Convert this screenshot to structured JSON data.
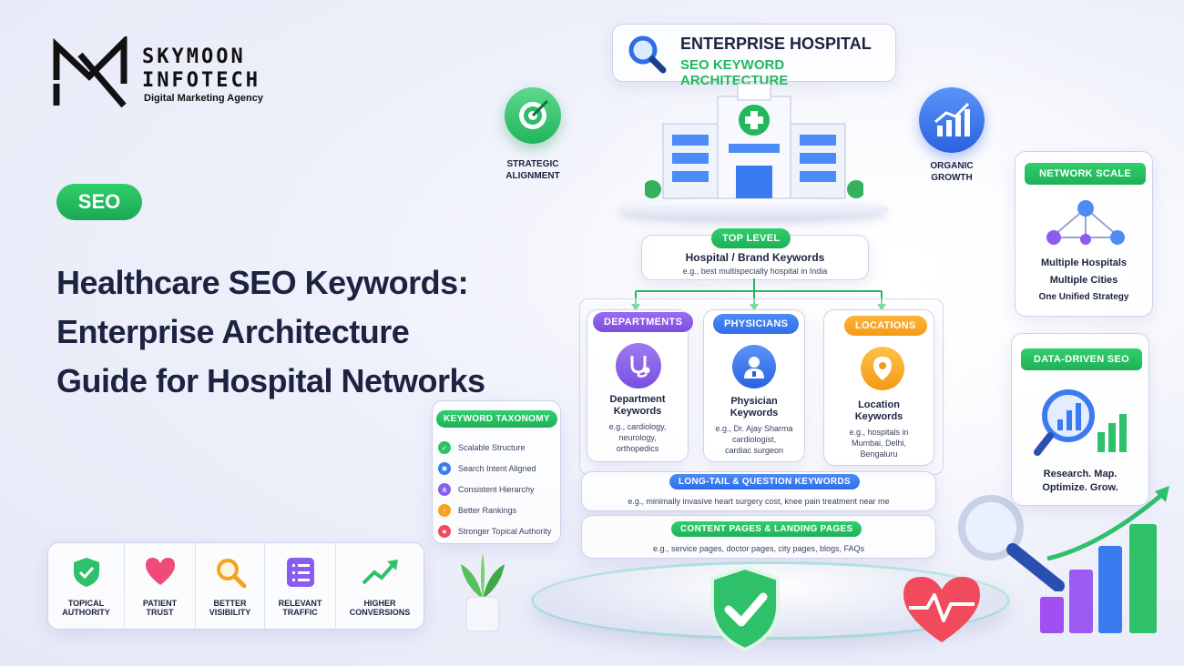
{
  "brand": {
    "name_line1": "SKYMOON",
    "name_line2": "INFOTECH",
    "tagline": "Digital Marketing Agency"
  },
  "category_badge": "SEO",
  "headline": {
    "line1": "Healthcare SEO Keywords:",
    "line2": "Enterprise Architecture",
    "line3": "Guide for Hospital Networks"
  },
  "diagram_title": {
    "line1": "ENTERPRISE HOSPITAL",
    "line2": "SEO KEYWORD ARCHITECTURE"
  },
  "side_labels": {
    "strategic": [
      "STRATEGIC",
      "ALIGNMENT"
    ],
    "organic": [
      "ORGANIC",
      "GROWTH"
    ]
  },
  "top_level": {
    "badge": "TOP LEVEL",
    "title": "Hospital / Brand Keywords",
    "example": "e.g., best multispecialty hospital in India"
  },
  "branches": [
    {
      "badge": "DEPARTMENTS",
      "title_l1": "Department",
      "title_l2": "Keywords",
      "ex_l1": "e.g., cardiology,",
      "ex_l2": "neurology,",
      "ex_l3": "orthopedics"
    },
    {
      "badge": "PHYSICIANS",
      "title_l1": "Physician",
      "title_l2": "Keywords",
      "ex_l1": "e.g., Dr. Ajay Sharma",
      "ex_l2": "cardiologist,",
      "ex_l3": "cardiac surgeon"
    },
    {
      "badge": "LOCATIONS",
      "title_l1": "Location",
      "title_l2": "Keywords",
      "ex_l1": "e.g., hospitals in",
      "ex_l2": "Mumbai, Delhi,",
      "ex_l3": "Bengaluru"
    }
  ],
  "long_tail": {
    "badge": "LONG-TAIL & QUESTION KEYWORDS",
    "example": "e.g., minimally invasive heart surgery cost, knee pain treatment near me"
  },
  "content_pages": {
    "badge": "CONTENT PAGES & LANDING PAGES",
    "example": "e.g., service pages, doctor pages, city pages, blogs, FAQs"
  },
  "taxonomy": {
    "title": "KEYWORD TAXONOMY",
    "items": [
      "Scalable Structure",
      "Search Intent Aligned",
      "Consistent Hierarchy",
      "Better Rankings",
      "Stronger Topical Authority"
    ]
  },
  "network_scale": {
    "title": "NETWORK SCALE",
    "l1": "Multiple Hospitals",
    "l2": "Multiple Cities",
    "l3": "One Unified Strategy"
  },
  "data_driven": {
    "title": "DATA-DRIVEN SEO",
    "l1": "Research. Map.",
    "l2": "Optimize. Grow."
  },
  "benefits": [
    {
      "l1": "TOPICAL",
      "l2": "AUTHORITY"
    },
    {
      "l1": "PATIENT",
      "l2": "TRUST"
    },
    {
      "l1": "BETTER",
      "l2": "VISIBILITY"
    },
    {
      "l1": "RELEVANT",
      "l2": "TRAFFIC"
    },
    {
      "l1": "HIGHER",
      "l2": "CONVERSIONS"
    }
  ],
  "colors": {
    "green": "#22b85e",
    "purple": "#8a5cf0",
    "blue": "#3a7cf0",
    "orange": "#f5a21f",
    "navy": "#1b2340"
  }
}
